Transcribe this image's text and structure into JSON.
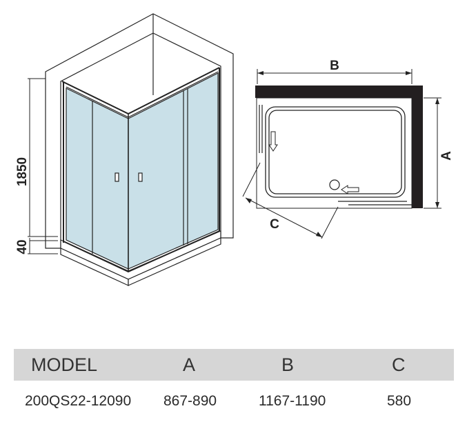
{
  "dimensions": {
    "height_label": "1850",
    "base_label": "40",
    "width_label": "B",
    "depth_label": "A",
    "diagonal_label": "C"
  },
  "spec_table": {
    "headers": [
      "MODEL",
      "A",
      "B",
      "C"
    ],
    "rows": [
      [
        "200QS22-12090",
        "867-890",
        "1167-1190",
        "580"
      ]
    ]
  },
  "colors": {
    "glass": "#c9e0e8",
    "line": "#222222",
    "wall": "#231f20",
    "header_bg": "#d6d6d6"
  }
}
